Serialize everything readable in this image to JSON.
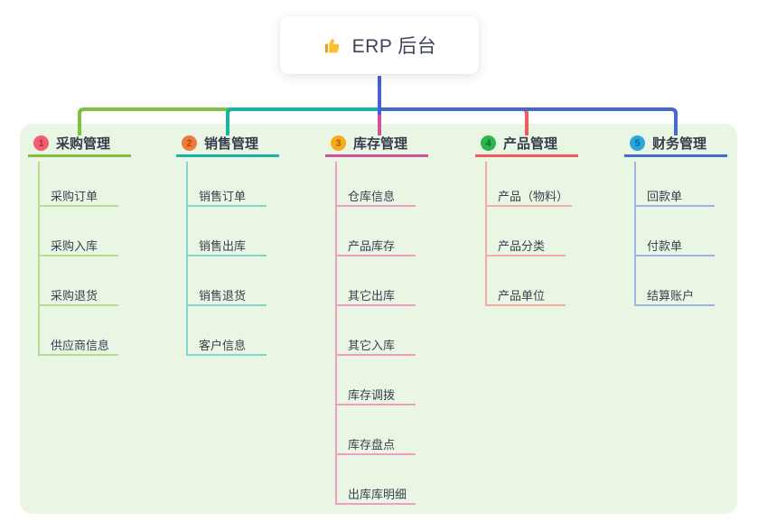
{
  "root": {
    "label": "ERP 后台",
    "icon": "thumbs-up-icon",
    "connector_color": "#4a5fd0"
  },
  "branches": [
    {
      "index": "1",
      "label": "采购管理",
      "badge_bg": "#f35e70",
      "badge_fg": "#aa3047",
      "line_color": "#84bc44",
      "child_line_color": "#b9dc90",
      "children": [
        "采购订单",
        "采购入库",
        "采购退货",
        "供应商信息"
      ]
    },
    {
      "index": "2",
      "label": "销售管理",
      "badge_bg": "#f2793c",
      "badge_fg": "#b04a10",
      "line_color": "#17b3a8",
      "child_line_color": "#84d5cd",
      "children": [
        "销售订单",
        "销售出库",
        "销售退货",
        "客户信息"
      ]
    },
    {
      "index": "3",
      "label": "库存管理",
      "badge_bg": "#f7ab18",
      "badge_fg": "#9c6602",
      "line_color": "#d2509c",
      "child_line_color": "#f09dc4",
      "children": [
        "仓库信息",
        "产品库存",
        "其它出库",
        "其它入库",
        "库存调拨",
        "库存盘点",
        "出库库明细"
      ]
    },
    {
      "index": "4",
      "label": "产品管理",
      "badge_bg": "#2db44e",
      "badge_fg": "#11712d",
      "line_color": "#f25b5b",
      "child_line_color": "#f8a9a4",
      "children": [
        "产品（物料）",
        "产品分类",
        "产品单位"
      ]
    },
    {
      "index": "5",
      "label": "财务管理",
      "badge_bg": "#29a8dd",
      "badge_fg": "#11619e",
      "line_color": "#4569cf",
      "child_line_color": "#a0b3e4",
      "children": [
        "回款单",
        "付款单",
        "结算账户"
      ]
    }
  ]
}
